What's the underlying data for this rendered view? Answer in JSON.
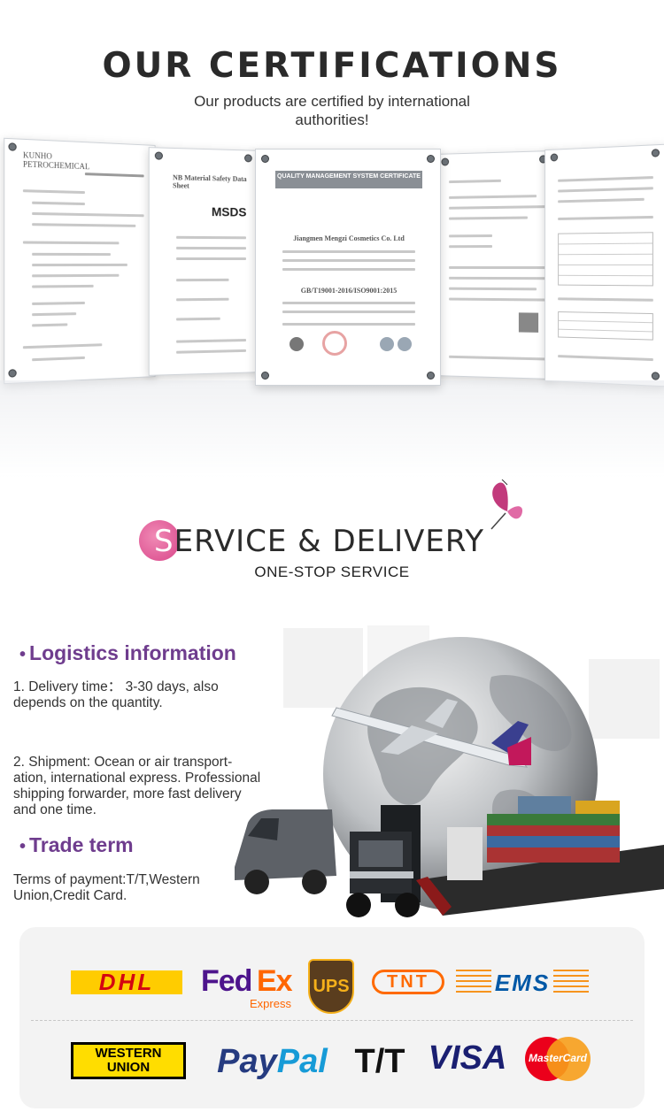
{
  "certifications": {
    "title": "OUR CERTIFICATIONS",
    "subtitle": "Our products are certified by international authorities!",
    "docs": [
      {
        "heading": "KUNHO PETROCHEMICAL"
      },
      {
        "heading": "NB Material Safety Data Sheet",
        "label": "MSDS"
      },
      {
        "heading": "QUALITY MANAGEMENT SYSTEM CERTIFICATE",
        "company": "Jiangmen Mengzi Cosmetics Co. Ltd",
        "standard": "GB/T19001-2016/ISO9001:2015"
      },
      {
        "heading": ""
      },
      {
        "heading": ""
      }
    ]
  },
  "service": {
    "title_initial": "S",
    "title_rest": "ERVICE & DELIVERY",
    "subtitle": "ONE-STOP SERVICE"
  },
  "logistics": {
    "heading": "Logistics information",
    "delivery_text": "1. Delivery time：  3-30 days, also depends on the quantity.",
    "shipment_text": "2. Shipment: Ocean or air transport-ation, international express. Professional shipping forwarder, more fast delivery and one time."
  },
  "trade": {
    "heading": "Trade term",
    "text": "Terms of payment:T/T,Western Union,Credit Card."
  },
  "payment_logos": {
    "dhl": "DHL",
    "fedex_fe": "Fed",
    "fedex_ex": "Ex",
    "fedex_sub": "Express",
    "ups": "UPS",
    "tnt": "TNT",
    "ems": "EMS",
    "western_union_1": "WESTERN",
    "western_union_2": "UNION",
    "paypal_pay": "Pay",
    "paypal_pal": "Pal",
    "tt": "T/T",
    "visa": "VISA",
    "mastercard": "MasterCard"
  },
  "colors": {
    "accent_purple": "#6f3d8e",
    "pink": "#d9468a",
    "dhl_yellow": "#ffcc00",
    "fedex_purple": "#4d148c",
    "fedex_orange": "#ff6600"
  }
}
